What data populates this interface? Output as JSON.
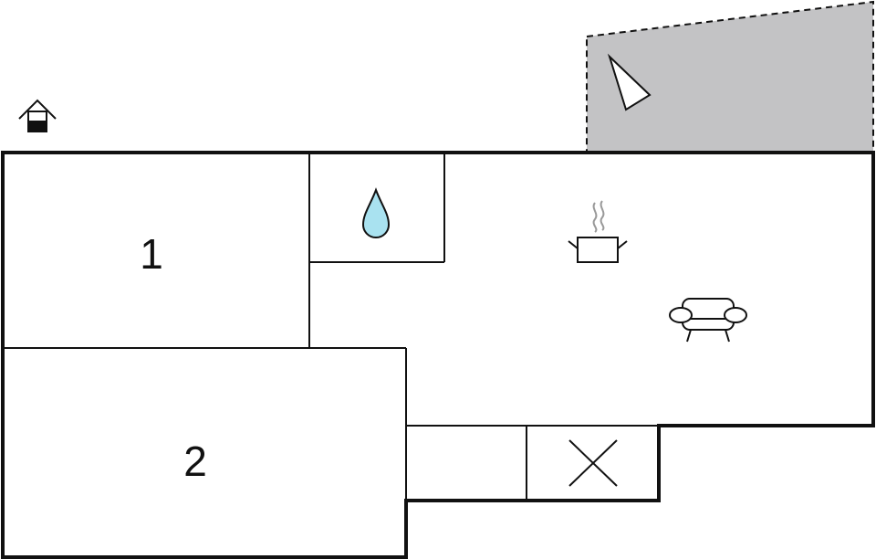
{
  "floorplan": {
    "rooms": [
      {
        "id": "room-1",
        "label": "1"
      },
      {
        "id": "room-2",
        "label": "2"
      }
    ],
    "icons": [
      {
        "name": "level-indicator-icon"
      },
      {
        "name": "terrace-direction-icon"
      },
      {
        "name": "bathroom-water-drop-icon"
      },
      {
        "name": "kitchen-pot-icon"
      },
      {
        "name": "living-room-sofa-icon"
      },
      {
        "name": "storage-cross-icon"
      }
    ],
    "colors": {
      "walls": "#111111",
      "terrace": "#c3c3c5",
      "water": "#a9e2f0"
    }
  }
}
